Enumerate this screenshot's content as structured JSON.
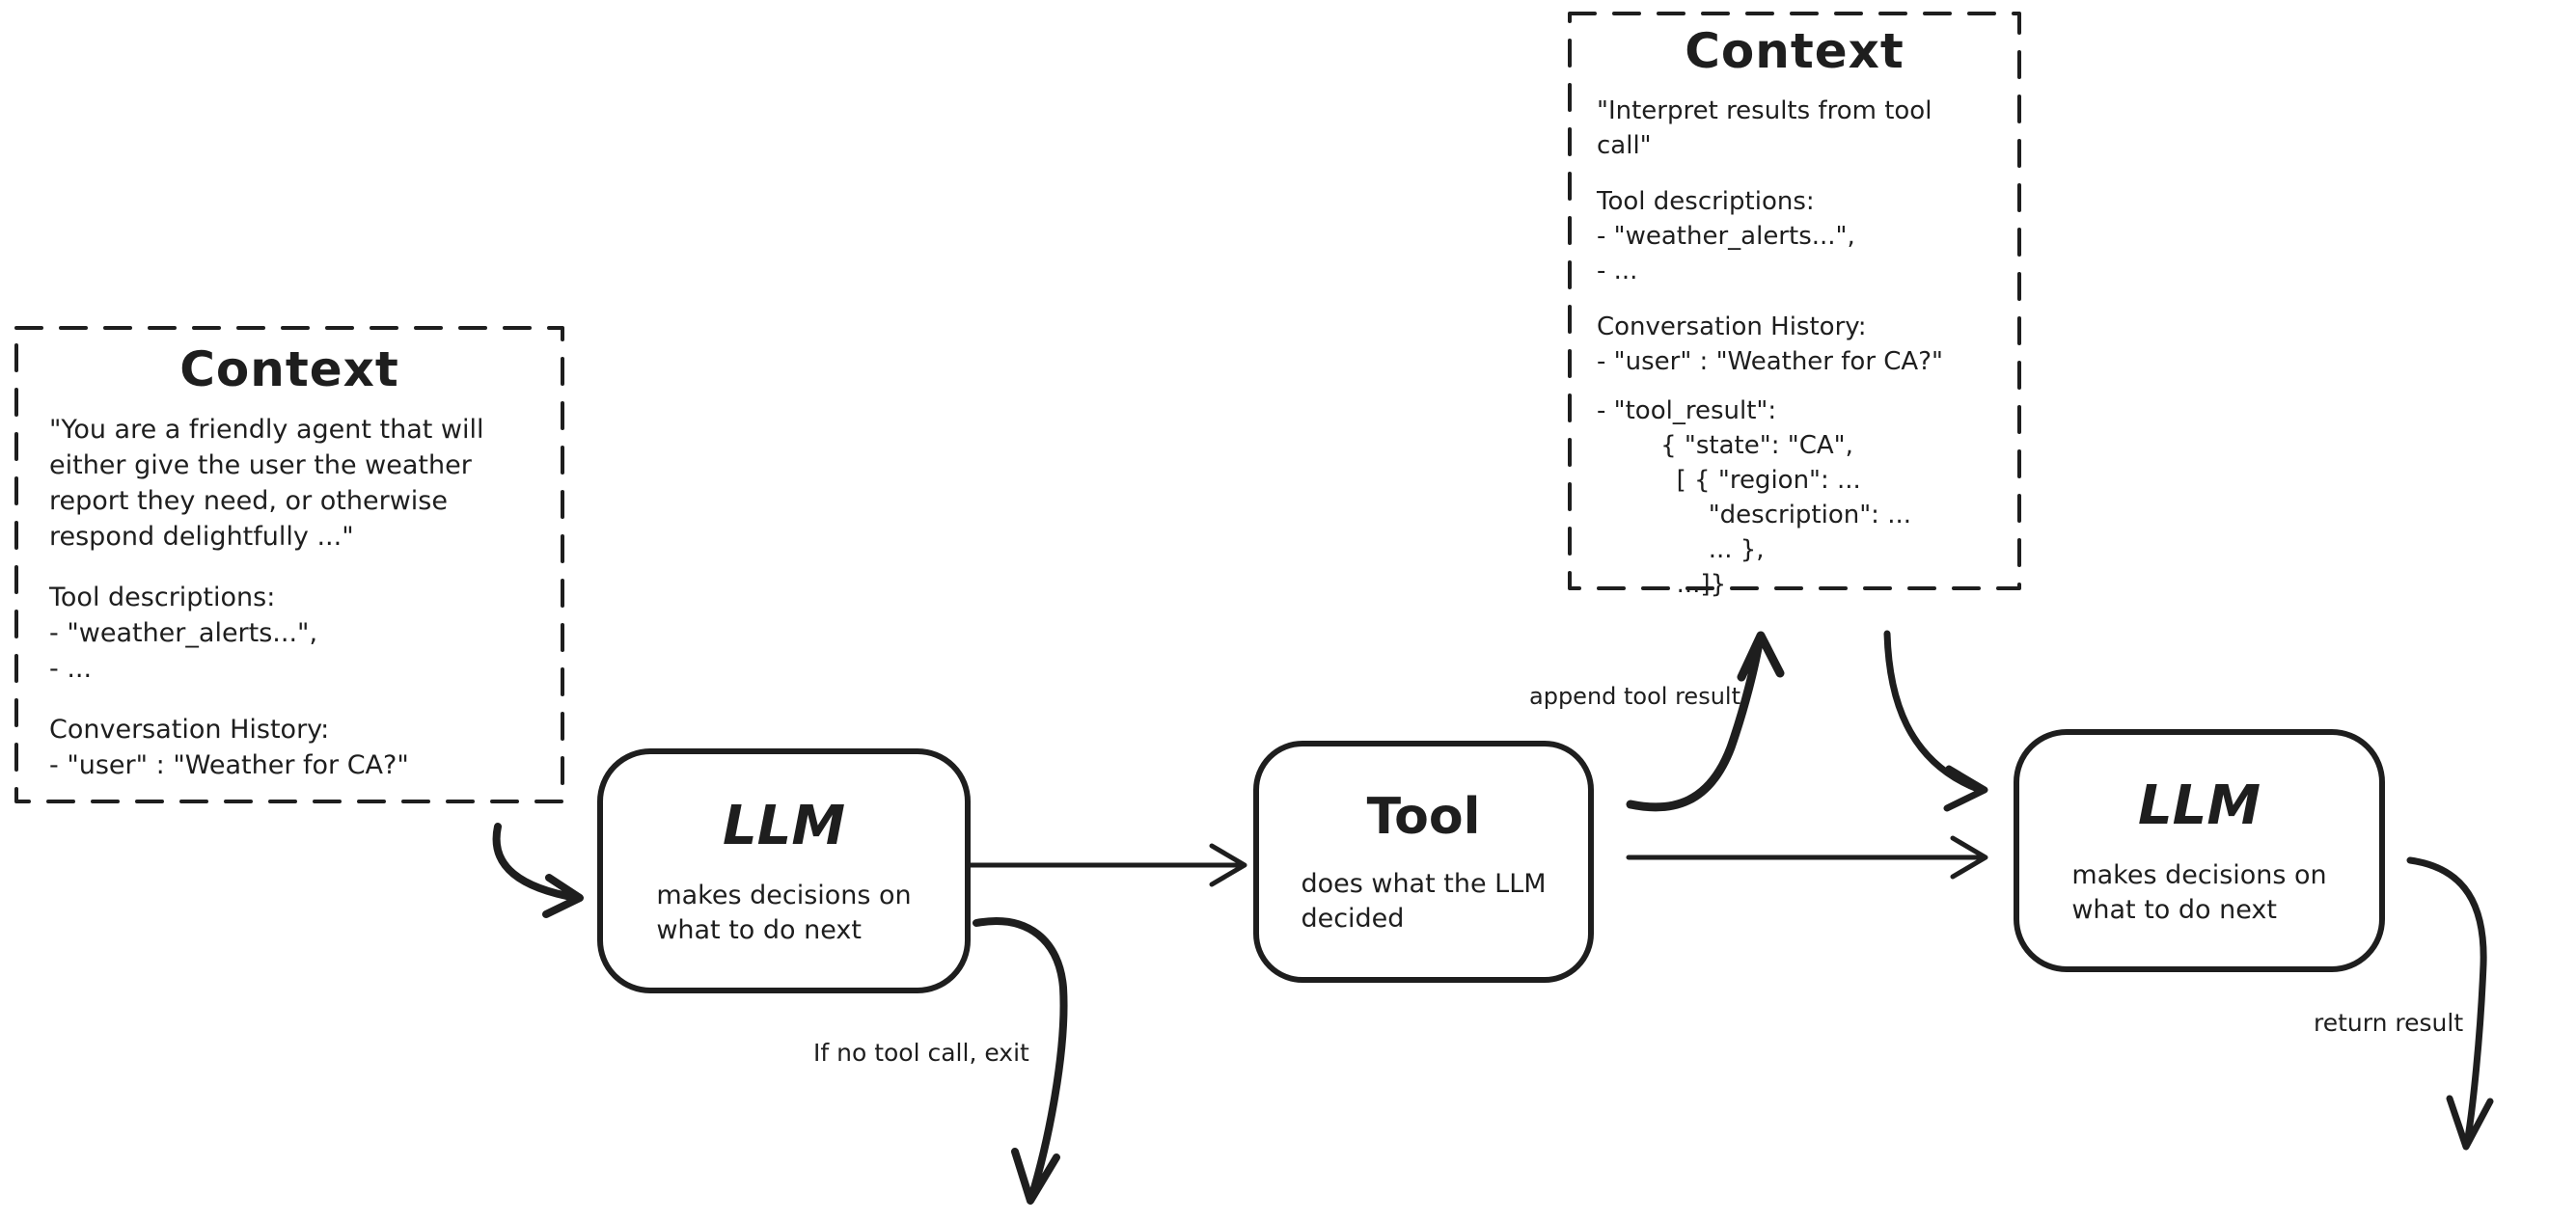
{
  "canvas": {
    "background": "#ffffff",
    "ink": "#1e1e1e"
  },
  "context1": {
    "title": "Context",
    "system_prompt": "\"You are a friendly agent that will\neither give the user the weather\nreport they need, or otherwise\nrespond delightfully ...\"",
    "tool_descriptions_heading": "Tool descriptions:",
    "tool_descriptions": "- \"weather_alerts...\",\n- ...",
    "history_heading": "Conversation History:",
    "history": "- \"user\" : \"Weather for CA?\""
  },
  "context2": {
    "title": "Context",
    "system_prompt": "\"Interpret results from tool call\"",
    "tool_descriptions_heading": "Tool descriptions:",
    "tool_descriptions": "- \"weather_alerts...\",\n- ...",
    "history_heading": "Conversation History:",
    "history": "- \"user\" : \"Weather for CA?\"",
    "tool_result": "- \"tool_result\":\n        { \"state\": \"CA\",\n          [ { \"region\": ...\n              \"description\": ...\n              ... },\n          ...]}"
  },
  "nodes": {
    "llm1": {
      "title": "LLM",
      "subtitle": "makes decisions on\nwhat to do next"
    },
    "tool": {
      "title": "Tool",
      "subtitle": "does what the LLM\ndecided"
    },
    "llm2": {
      "title": "LLM",
      "subtitle": "makes decisions on\nwhat to do next"
    }
  },
  "labels": {
    "append_tool_result": "append tool result",
    "if_no_tool_call_exit": "If no tool call, exit",
    "return_result": "return result"
  }
}
